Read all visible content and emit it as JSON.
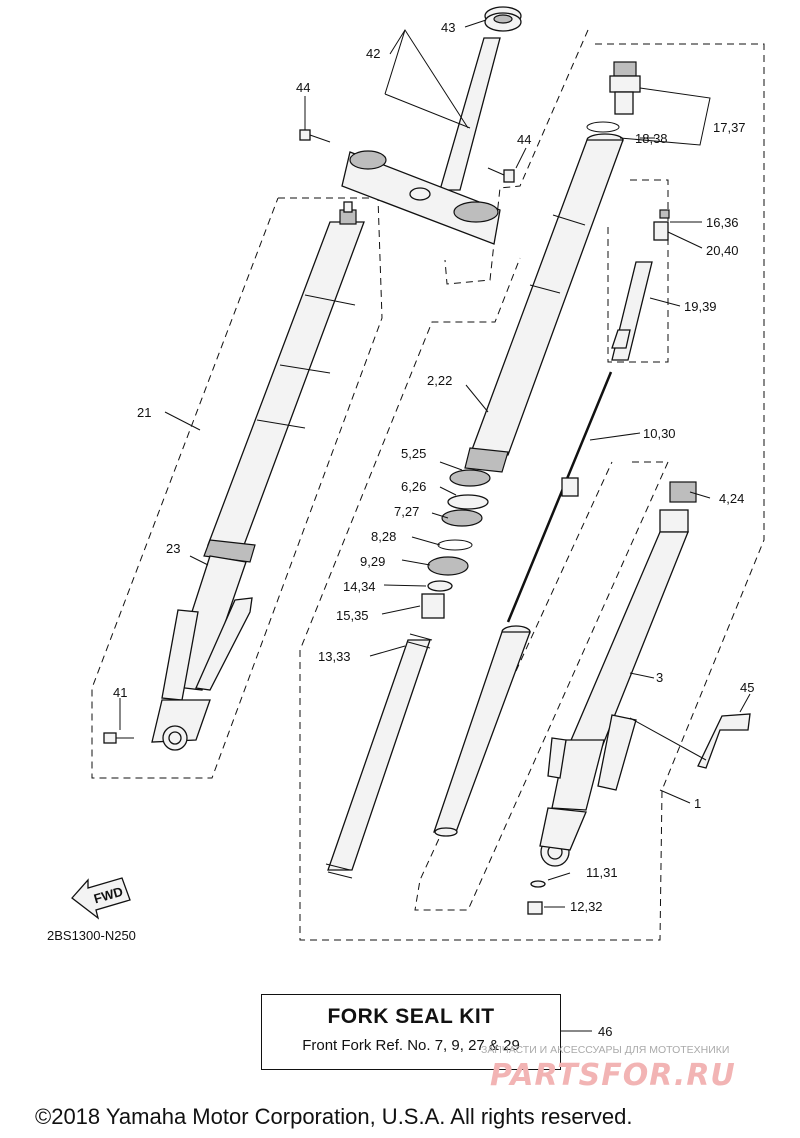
{
  "diagram": {
    "code": "2BS1300-N250",
    "fwd_label": "FWD",
    "callouts": [
      {
        "id": "c-43",
        "text": "43"
      },
      {
        "id": "c-42",
        "text": "42"
      },
      {
        "id": "c-44a",
        "text": "44"
      },
      {
        "id": "c-44b",
        "text": "44"
      },
      {
        "id": "c-17",
        "text": "17,37"
      },
      {
        "id": "c-18",
        "text": "18,38"
      },
      {
        "id": "c-16",
        "text": "16,36"
      },
      {
        "id": "c-20",
        "text": "20,40"
      },
      {
        "id": "c-19",
        "text": "19,39"
      },
      {
        "id": "c-21",
        "text": "21"
      },
      {
        "id": "c-2",
        "text": "2,22"
      },
      {
        "id": "c-10",
        "text": "10,30"
      },
      {
        "id": "c-5",
        "text": "5,25"
      },
      {
        "id": "c-6",
        "text": "6,26"
      },
      {
        "id": "c-4",
        "text": "4,24"
      },
      {
        "id": "c-7",
        "text": "7,27"
      },
      {
        "id": "c-8",
        "text": "8,28"
      },
      {
        "id": "c-23",
        "text": "23"
      },
      {
        "id": "c-9",
        "text": "9,29"
      },
      {
        "id": "c-14",
        "text": "14,34"
      },
      {
        "id": "c-15",
        "text": "15,35"
      },
      {
        "id": "c-13",
        "text": "13,33"
      },
      {
        "id": "c-3",
        "text": "3"
      },
      {
        "id": "c-41",
        "text": "41"
      },
      {
        "id": "c-45",
        "text": "45"
      },
      {
        "id": "c-1",
        "text": "1"
      },
      {
        "id": "c-11",
        "text": "11,31"
      },
      {
        "id": "c-12",
        "text": "12,32"
      },
      {
        "id": "c-46",
        "text": "46"
      }
    ]
  },
  "seal_kit": {
    "title": "FORK SEAL KIT",
    "subtitle": "Front Fork Ref. No. 7, 9, 27 & 29"
  },
  "copyright": "©2018 Yamaha Motor Corporation, U.S.A. All rights reserved.",
  "watermark": {
    "tagline": "ЗАПЧАСТИ И АКСЕССУАРЫ ДЛЯ МОТОТЕХНИКИ",
    "logo": "PARTSFOR.RU"
  }
}
